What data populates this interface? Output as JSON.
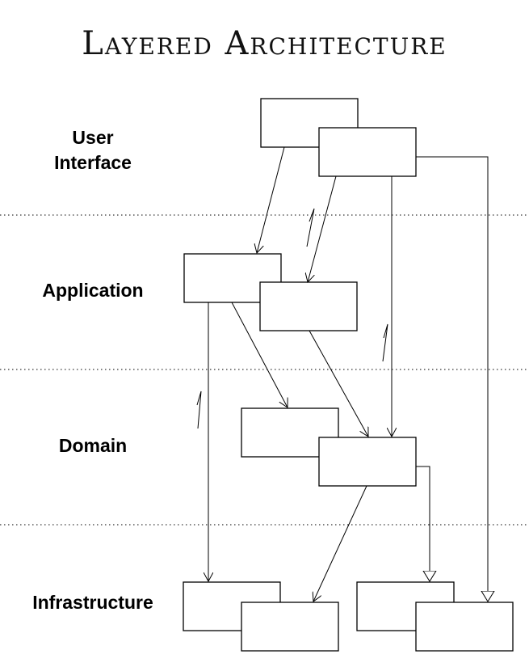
{
  "title": "Layered Architecture",
  "layers": [
    {
      "id": "ui",
      "label_lines": [
        "User",
        "Interface"
      ]
    },
    {
      "id": "application",
      "label_lines": [
        "Application"
      ]
    },
    {
      "id": "domain",
      "label_lines": [
        "Domain"
      ]
    },
    {
      "id": "infrastructure",
      "label_lines": [
        "Infrastructure"
      ]
    }
  ],
  "colors": {
    "stroke": "#000000",
    "background": "#ffffff"
  }
}
